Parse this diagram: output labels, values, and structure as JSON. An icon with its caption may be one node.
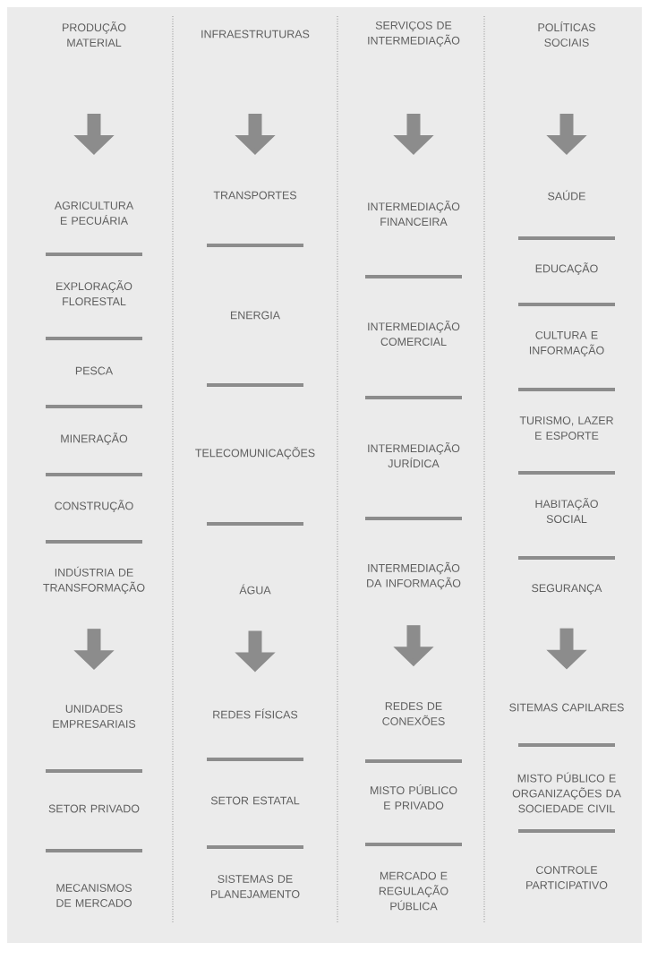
{
  "diagram": {
    "nodes": [
      {
        "text": [
          "PRODUÇÃO MATERIAL"
        ]
      },
      {
        "text": [
          "AGRICULTURA E PECUÁRIA"
        ]
      },
      {
        "text": [
          "EXPLORAÇÃO FLORESTAL"
        ]
      },
      {
        "text": [
          "PESCA"
        ]
      },
      {
        "text": [
          "MINERAÇÃO"
        ]
      },
      {
        "text": [
          "CONSTRUÇÃO"
        ]
      },
      {
        "text": [
          "INDÚSTRIA DE TRANSFORMAÇÃO"
        ]
      },
      {
        "text": [
          "UNIDADES EMPRESARIAIS"
        ]
      },
      {
        "text": [
          "SETOR PRIVADO"
        ]
      },
      {
        "text": [
          "MECANISMOS DE MERCADO"
        ]
      },
      {
        "text": [
          "INFRAESTRUTURAS"
        ]
      },
      {
        "text": [
          "TRANSPORTES"
        ]
      },
      {
        "text": [
          "ENERGIA"
        ]
      },
      {
        "text": [
          "TELECOMUNICAÇÕES"
        ]
      },
      {
        "text": [
          "ÁGUA"
        ]
      },
      {
        "text": [
          "REDES FÍSICAS"
        ]
      },
      {
        "text": [
          "SETOR ESTATAL"
        ]
      },
      {
        "text": [
          "SISTEMAS DE PLANEJAMENTO"
        ]
      },
      {
        "text": [
          "SERVIÇOS DE INTERMEDIAÇÃO"
        ]
      },
      {
        "text": [
          "INTERMEDIAÇÃO FINANCEIRA"
        ]
      },
      {
        "text": [
          "INTERMEDIAÇÃO COMERCIAL"
        ]
      },
      {
        "text": [
          "INTERMEDIAÇÃO JURÍDICA"
        ]
      },
      {
        "text": [
          "INTERMEDIAÇÃO DA INFORMAÇÃO"
        ]
      },
      {
        "text": [
          "REDES DE CONEXÕES"
        ]
      },
      {
        "text": [
          "MISTO PÚBLICO E PRIVADO"
        ]
      },
      {
        "text": [
          "MERCADO E REGULAÇÃO PÚBLICA"
        ]
      },
      {
        "text": [
          "POLÍTICAS SOCIAIS"
        ]
      },
      {
        "text": [
          "SAÚDE"
        ]
      },
      {
        "text": [
          "EDUCAÇÃO"
        ]
      },
      {
        "text": [
          "CULTURA E INFORMAÇÃO"
        ]
      },
      {
        "text": [
          "TURISMO, LAZER E ESPORTE"
        ]
      },
      {
        "text": [
          "HABITAÇÃO SOCIAL"
        ]
      },
      {
        "text": [
          "SEGURANÇA"
        ]
      },
      {
        "text": [
          "SITEMAS CAPILARES"
        ]
      },
      {
        "text": [
          "MISTO PÚBLICO E ORGANIZAÇÕES DA SOCIEDADE CIVIL"
        ]
      },
      {
        "text": [
          "CONTROLE PARTICIPATIVO"
        ]
      }
    ],
    "edges": [
      {
        "from": 6,
        "to": 7,
        "arrow": "to"
      },
      {
        "from": 14,
        "to": 15,
        "arrow": "to"
      },
      {
        "from": 22,
        "to": 23,
        "arrow": "to"
      },
      {
        "from": 32,
        "to": 33,
        "arrow": "to"
      }
    ]
  }
}
